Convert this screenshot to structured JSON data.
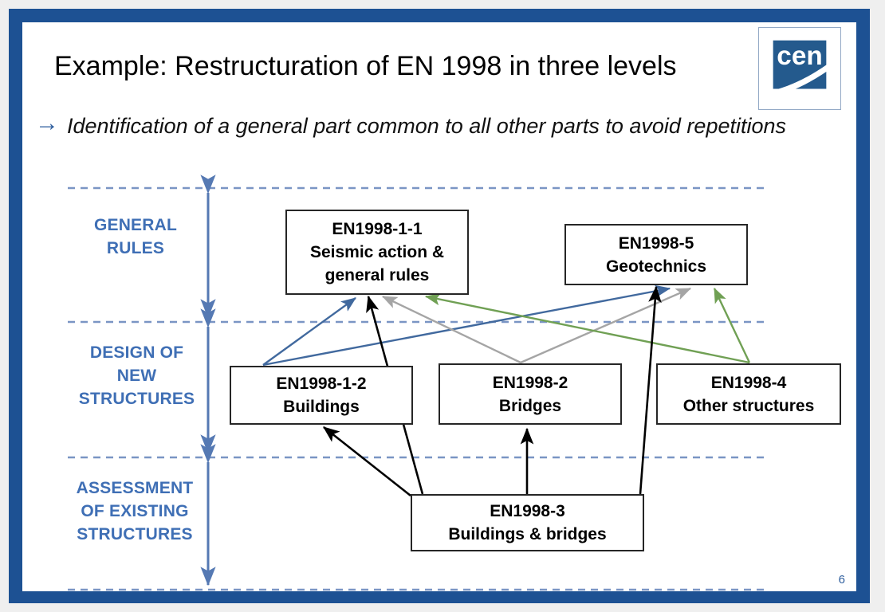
{
  "slide": {
    "title": "Example: Restructuration of EN 1998 in three levels",
    "bullet_marker": "→",
    "bullet_text": "Identification of a general part common to all other parts to avoid repetitions",
    "page_number": "6",
    "logo_text": "cen",
    "frame_color": "#1d5193",
    "accent_color": "#3f6fb5"
  },
  "levels": [
    {
      "id": "general-rules",
      "lines": [
        "GENERAL",
        "RULES"
      ]
    },
    {
      "id": "design-new",
      "lines": [
        "DESIGN OF",
        "NEW",
        "STRUCTURES"
      ]
    },
    {
      "id": "assessment-existing",
      "lines": [
        "ASSESSMENT",
        "OF EXISTING",
        "STRUCTURES"
      ]
    }
  ],
  "boxes": [
    {
      "id": "en1998-1-1",
      "code": "EN1998-1-1",
      "desc_lines": [
        "Seismic action &",
        "general rules"
      ],
      "level": "general-rules"
    },
    {
      "id": "en1998-5",
      "code": "EN1998-5",
      "desc_lines": [
        "Geotechnics"
      ],
      "level": "general-rules"
    },
    {
      "id": "en1998-1-2",
      "code": "EN1998-1-2",
      "desc_lines": [
        "Buildings"
      ],
      "level": "design-new"
    },
    {
      "id": "en1998-2",
      "code": "EN1998-2",
      "desc_lines": [
        "Bridges"
      ],
      "level": "design-new"
    },
    {
      "id": "en1998-4",
      "code": "EN1998-4",
      "desc_lines": [
        "Other structures"
      ],
      "level": "design-new"
    },
    {
      "id": "en1998-3",
      "code": "EN1998-3",
      "desc_lines": [
        "Buildings & bridges"
      ],
      "level": "assessment-existing"
    }
  ],
  "connections": [
    {
      "from": "en1998-1-2",
      "to": "en1998-1-1",
      "color": "#41699e"
    },
    {
      "from": "en1998-1-2",
      "to": "en1998-5",
      "color": "#41699e"
    },
    {
      "from": "en1998-2",
      "to": "en1998-1-1",
      "color": "#a5a5a5"
    },
    {
      "from": "en1998-2",
      "to": "en1998-5",
      "color": "#a5a5a5"
    },
    {
      "from": "en1998-4",
      "to": "en1998-1-1",
      "color": "#70a054"
    },
    {
      "from": "en1998-4",
      "to": "en1998-5",
      "color": "#70a054"
    },
    {
      "from": "en1998-3",
      "to": "en1998-1-1",
      "color": "#000000"
    },
    {
      "from": "en1998-3",
      "to": "en1998-5",
      "color": "#000000"
    },
    {
      "from": "en1998-3",
      "to": "en1998-1-2",
      "color": "#000000"
    },
    {
      "from": "en1998-3",
      "to": "en1998-2",
      "color": "#000000"
    }
  ],
  "separators": {
    "color": "#7a95c4",
    "count": 4
  },
  "span_arrows": {
    "color": "#5579b3",
    "count": 3
  }
}
